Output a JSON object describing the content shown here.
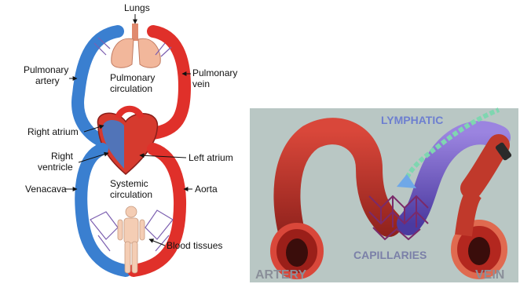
{
  "left_diagram": {
    "labels": {
      "lungs": "Lungs",
      "pulmonary_artery": [
        "Pulmonary",
        "artery"
      ],
      "pulmonary_circulation": [
        "Pulmonary",
        "circulation"
      ],
      "pulmonary_vein": [
        "Pulmonary",
        "vein"
      ],
      "right_atrium": "Right atrium",
      "right_ventricle": [
        "Right",
        "ventricle"
      ],
      "left_atrium": "Left atrium",
      "venacava": "Venacava",
      "systemic_circulation": [
        "Systemic",
        "circulation"
      ],
      "aorta": "Aorta",
      "blood_tissues": "Blood tissues"
    },
    "colors": {
      "oxygenated": "#e0302a",
      "deoxygenated": "#3a7fd0",
      "lungs": "#f2b79b",
      "body": "#f4cdb4",
      "capillary": "#7c5fb0"
    }
  },
  "right_photo": {
    "labels": {
      "lymphatic": "LYMPHATIC",
      "capillaries": "CAPILLARIES",
      "artery": "ARTERY",
      "vein": "VEIN"
    },
    "colors": {
      "background": "#b9c7c4",
      "artery": "#c0392b",
      "vein": "#7b63c9",
      "lymphatic": "#7fd6b0"
    }
  }
}
